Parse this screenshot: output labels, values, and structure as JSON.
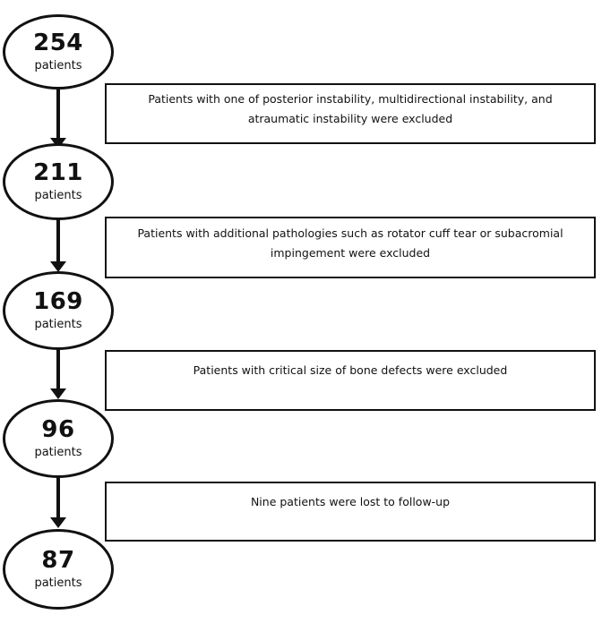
{
  "stages": [
    {
      "count": "254",
      "unit": "patients"
    },
    {
      "count": "211",
      "unit": "patients"
    },
    {
      "count": "169",
      "unit": "patients"
    },
    {
      "count": "96",
      "unit": "patients"
    },
    {
      "count": "87",
      "unit": "patients"
    }
  ],
  "exclusions": [
    {
      "text": "Patients with one of posterior instability, multidirectional instability, and atraumatic instability were excluded"
    },
    {
      "text": "Patients with additional pathologies such as rotator cuff tear or subacromial impingement were excluded"
    },
    {
      "text": "Patients with critical size of bone defects were excluded"
    },
    {
      "text": "Nine patients were lost to follow-up"
    }
  ],
  "colors": {
    "line": "#111111",
    "background": "#ffffff"
  }
}
